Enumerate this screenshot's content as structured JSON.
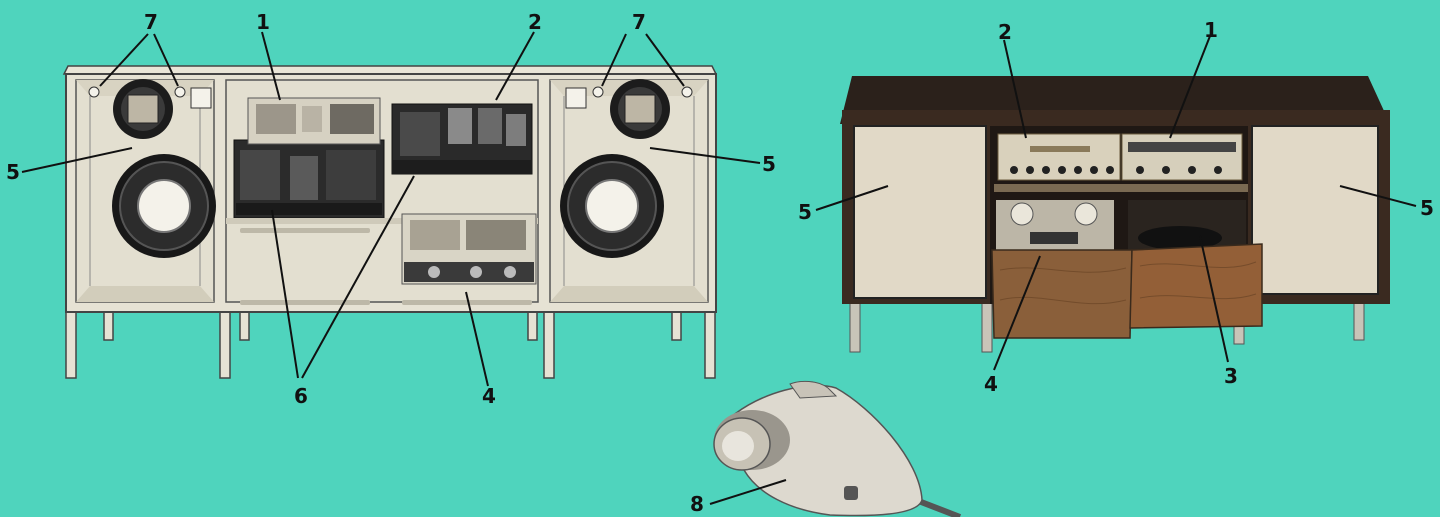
{
  "figure": {
    "background": "#4fd4bd",
    "left_unit_callouts": [
      "1",
      "2",
      "4",
      "5",
      "5",
      "6",
      "6",
      "7",
      "7"
    ],
    "right_unit_callouts": [
      "1",
      "2",
      "3",
      "4",
      "5",
      "5"
    ],
    "microphone_callouts": [
      "8"
    ]
  },
  "callouts": {
    "l_1": "1",
    "l_2": "2",
    "l_7a": "7",
    "l_7b": "7",
    "l_5a": "5",
    "l_5b": "5",
    "l_6": "6",
    "l_4": "4",
    "r_2": "2",
    "r_1": "1",
    "r_5a": "5",
    "r_5b": "5",
    "r_4": "4",
    "r_3": "3",
    "m_8": "8"
  }
}
